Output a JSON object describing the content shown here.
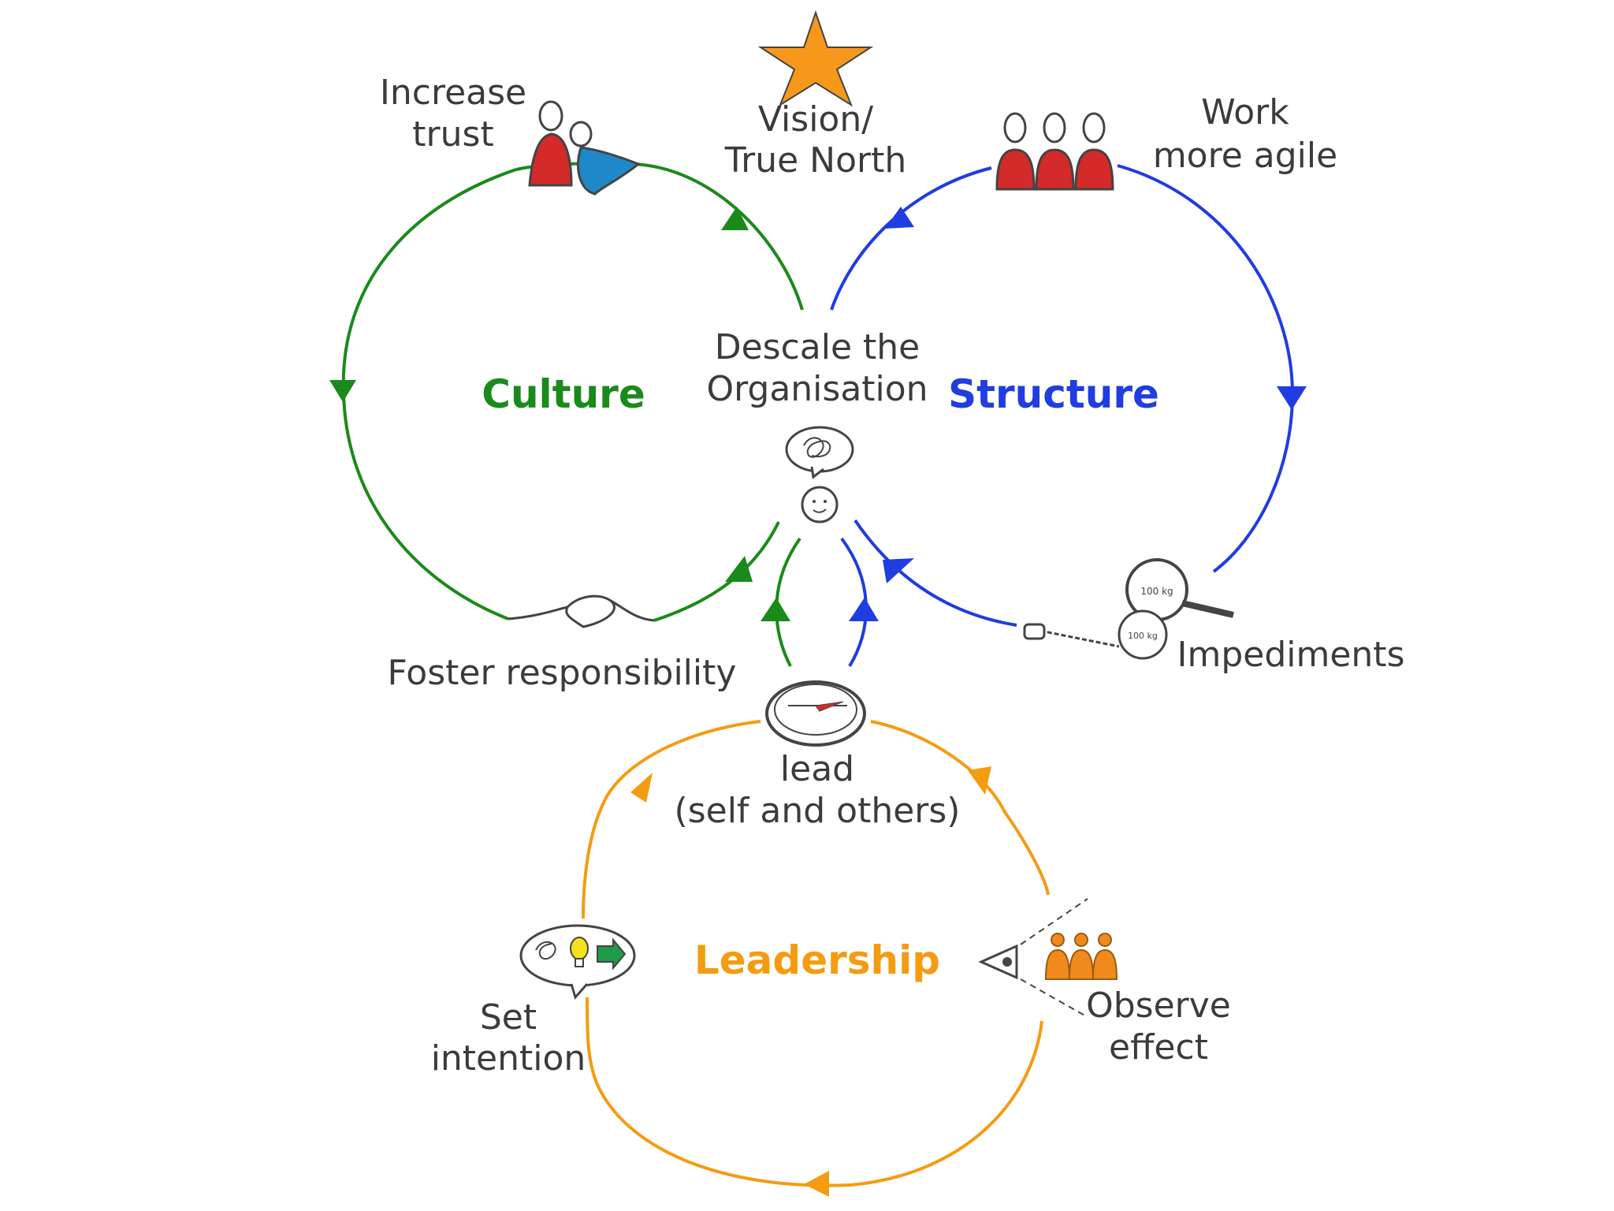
{
  "labels": {
    "increase_trust_1": "Increase",
    "increase_trust_2": "trust",
    "vision_1": "Vision/",
    "vision_2": "True North",
    "work_agile_1": "Work",
    "work_agile_2": "more agile",
    "descale_1": "Descale the",
    "descale_2": "Organisation",
    "culture": "Culture",
    "structure": "Structure",
    "foster": "Foster responsibility",
    "impediments": "Impediments",
    "lead_1": "lead",
    "lead_2": "(self and others)",
    "leadership": "Leadership",
    "set_intention_1": "Set",
    "set_intention_2": "intention",
    "observe_1": "Observe",
    "observe_2": "effect",
    "weight_1": "100 kg",
    "weight_2": "100 kg"
  },
  "colors": {
    "culture": "#1a8a1a",
    "structure": "#1f3de0",
    "leadership": "#f39c12",
    "star": "#f7981d",
    "text": "#3b3b3b",
    "figure_red": "#d42a2a",
    "figure_blue": "#1e88c9",
    "figure_orange": "#f08a1c",
    "bulb": "#f4e21a",
    "arrow_green": "#1f9a4a"
  },
  "icons": [
    "star-icon",
    "handshake-people-icon",
    "team-icon",
    "handshake-icon",
    "magnifier-icon",
    "ball-and-chain-icon",
    "person-icon",
    "thought-bubble-icon",
    "compass-icon",
    "speech-bubble-idea-icon",
    "eye-icon",
    "observed-team-icon"
  ]
}
